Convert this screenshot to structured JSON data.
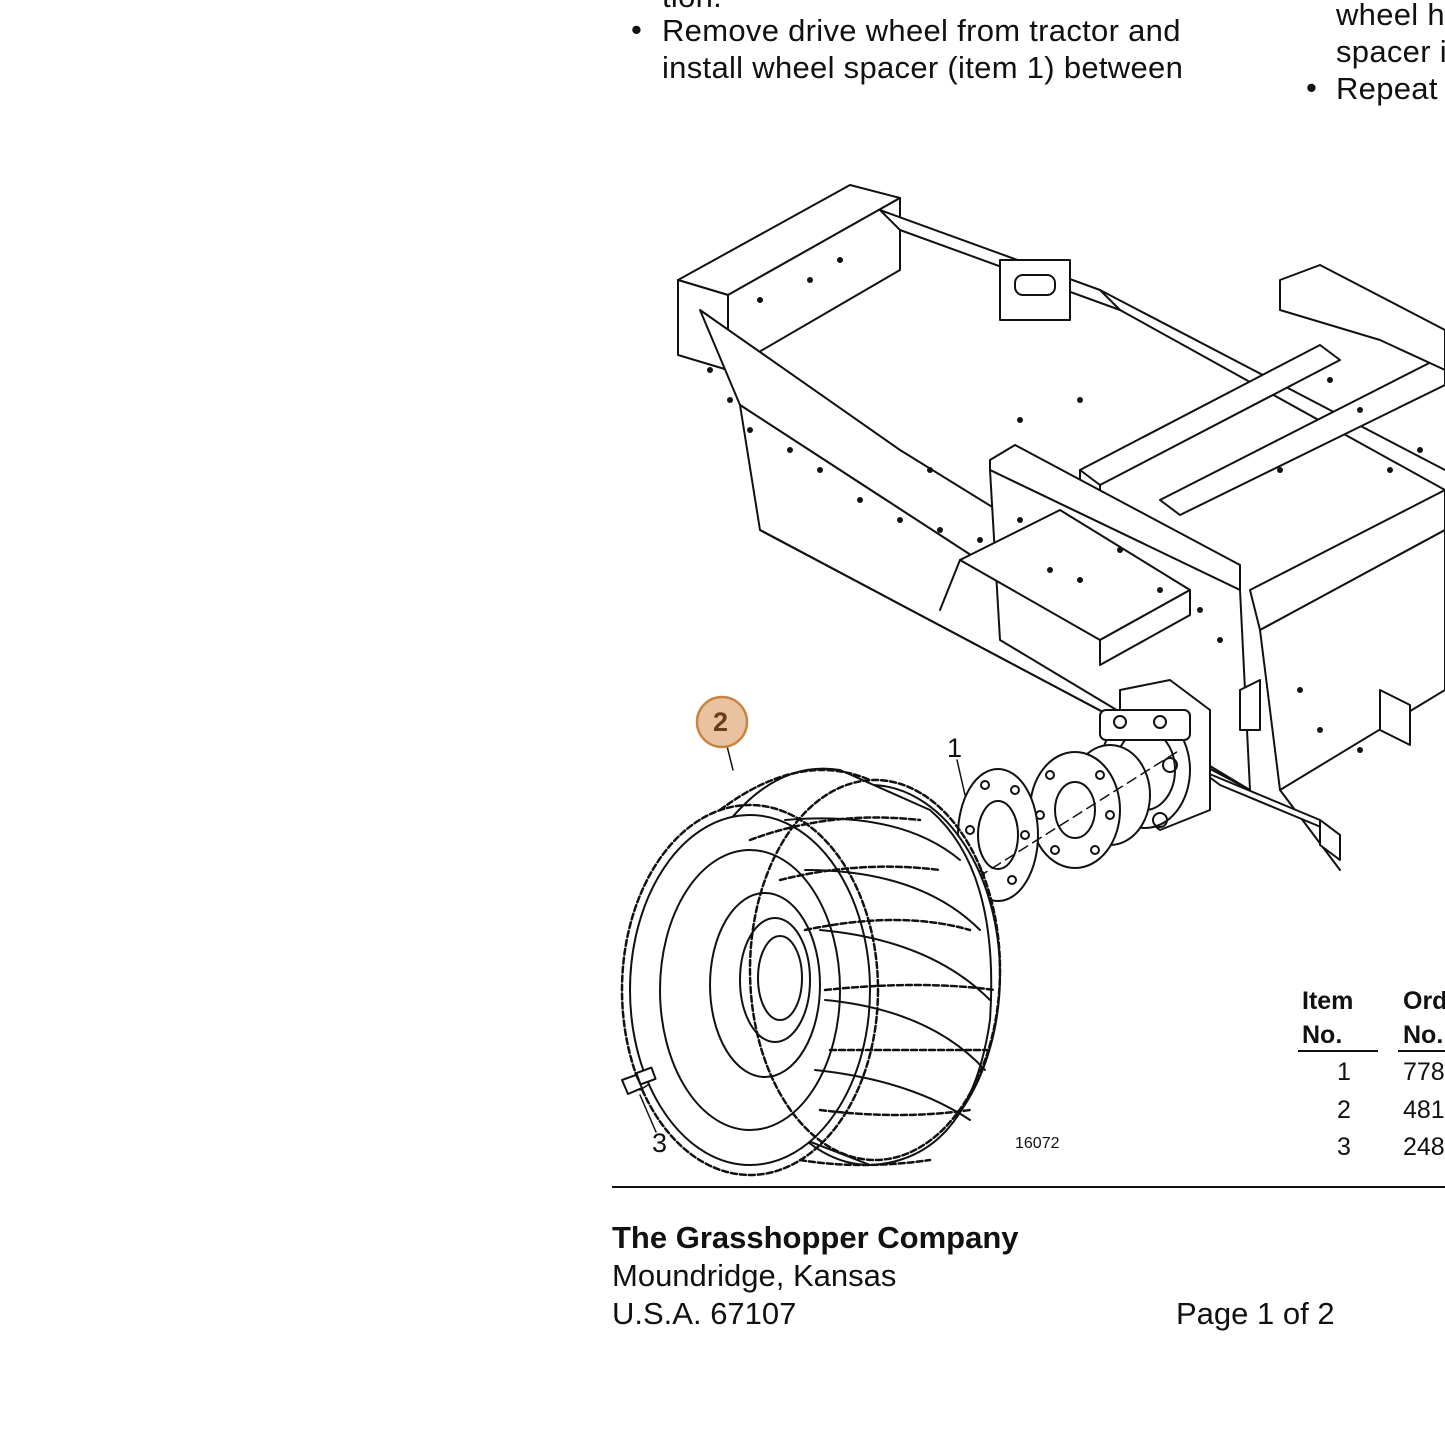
{
  "column_left": {
    "top_fragment": "tion.",
    "bullet_symbol": "•",
    "bullet_line_1": "Remove drive wheel from tractor and",
    "bullet_line_2": "install wheel spacer (item 1) between"
  },
  "column_right": {
    "line_1": "wheel h",
    "line_2": "spacer i",
    "bullet_symbol": "•",
    "bullet_text": "Repeat"
  },
  "figure": {
    "callout_1": "1",
    "callout_2": "2",
    "callout_3": "3",
    "figure_number": "16072",
    "highlight_color": "#E9C2A0",
    "highlight_border": "#C8843E"
  },
  "parts_table": {
    "col_item_line1": "Item",
    "col_item_line2": "No.",
    "col_order_line1": "Ord",
    "col_order_line2": "No.",
    "rows": [
      {
        "item": "1",
        "order": "778"
      },
      {
        "item": "2",
        "order": "481"
      },
      {
        "item": "3",
        "order": "248"
      }
    ]
  },
  "footer": {
    "company": "The Grasshopper Company",
    "city": "Moundridge, Kansas",
    "country_zip": "U.S.A. 67107",
    "page": "Page 1 of 2"
  }
}
